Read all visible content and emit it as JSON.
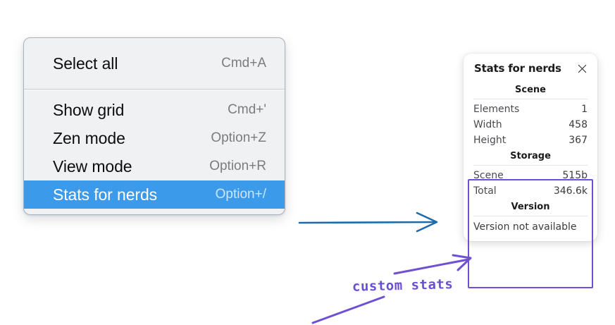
{
  "context_menu": {
    "groups": [
      {
        "items": [
          {
            "label": "Select all",
            "shortcut": "Cmd+A",
            "selected": false
          }
        ]
      },
      {
        "items": [
          {
            "label": "Show grid",
            "shortcut": "Cmd+'",
            "selected": false
          },
          {
            "label": "Zen mode",
            "shortcut": "Option+Z",
            "selected": false
          },
          {
            "label": "View mode",
            "shortcut": "Option+R",
            "selected": false
          },
          {
            "label": "Stats for nerds",
            "shortcut": "Option+/",
            "selected": true
          }
        ]
      }
    ],
    "selected_color": "#3b9ae9"
  },
  "stats_panel": {
    "title": "Stats for nerds",
    "close_icon": "close-icon",
    "sections": [
      {
        "name": "Scene",
        "rows": [
          {
            "key": "Elements",
            "value": "1"
          },
          {
            "key": "Width",
            "value": "458"
          },
          {
            "key": "Height",
            "value": "367"
          }
        ]
      },
      {
        "name": "Storage",
        "rows": [
          {
            "key": "Scene",
            "value": "515b"
          },
          {
            "key": "Total",
            "value": "346.6k"
          }
        ]
      },
      {
        "name": "Version",
        "note": "Version not available",
        "rows": []
      }
    ]
  },
  "annotations": {
    "custom_stats_label": "custom stats",
    "highlight_color": "#6f4fd6",
    "arrow_color": "#1f6aa8"
  }
}
